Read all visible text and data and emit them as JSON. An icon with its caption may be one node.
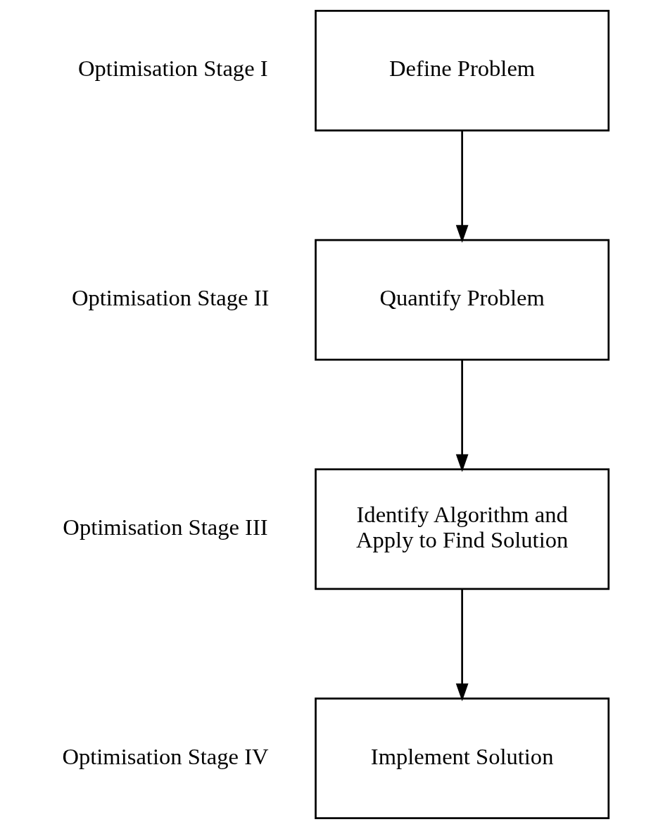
{
  "diagram": {
    "nodes": [
      {
        "text": [
          "Define Problem"
        ],
        "beside": [
          "Optimisation Stage I"
        ]
      },
      {
        "text": [
          "Quantify Problem"
        ],
        "beside": [
          "Optimisation Stage II"
        ]
      },
      {
        "text": [
          "Identify Algorithm and Apply to Find Solution"
        ],
        "beside": [
          "Optimisation Stage III"
        ]
      },
      {
        "text": [
          "Implement Solution"
        ],
        "beside": [
          "Optimisation Stage IV"
        ]
      }
    ],
    "edges": [
      {
        "from": 0,
        "to": 1,
        "arrow": "to"
      },
      {
        "from": 1,
        "to": 2,
        "arrow": "to"
      },
      {
        "from": 2,
        "to": 3,
        "arrow": "to"
      }
    ]
  }
}
